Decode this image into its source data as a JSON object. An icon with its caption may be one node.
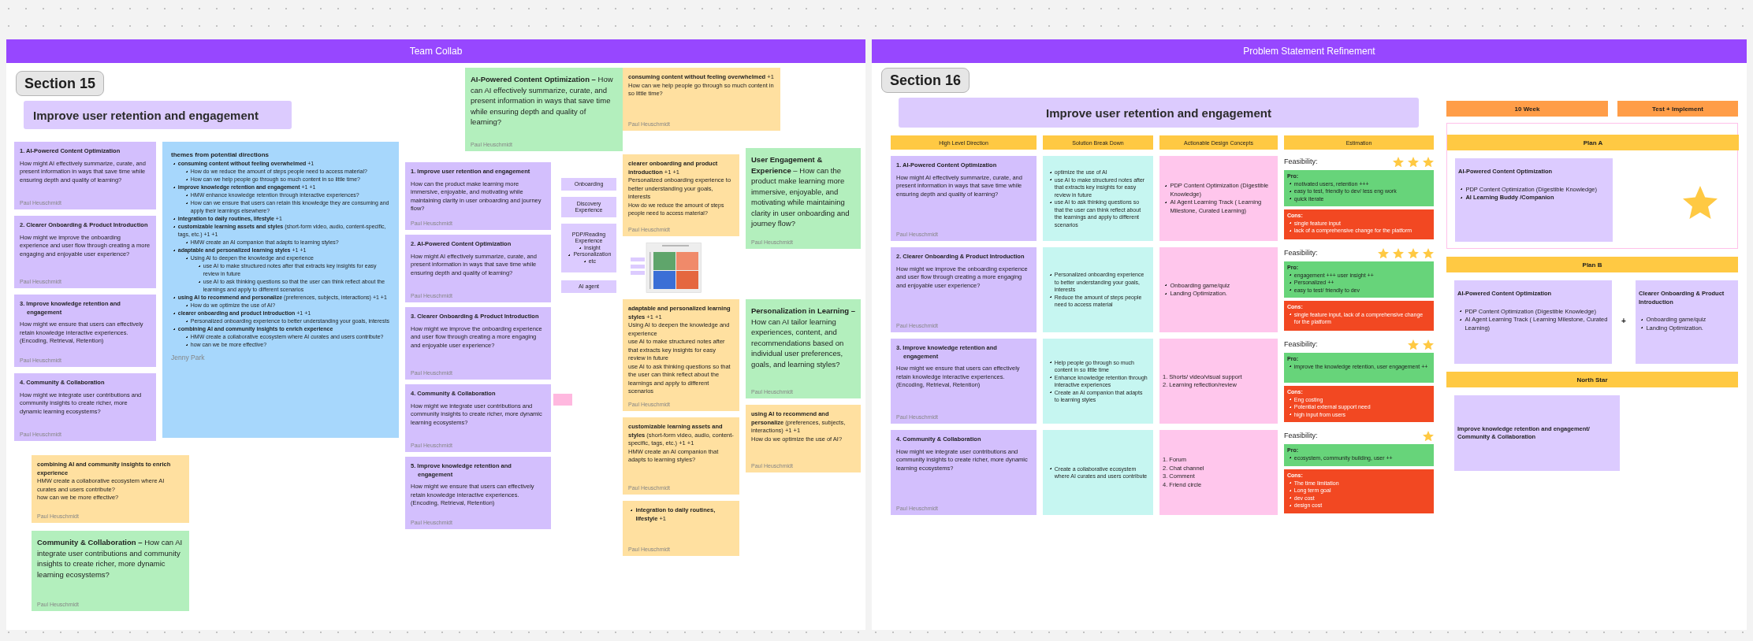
{
  "diagram": {
    "nodes": [
      {
        "text": [
          "Team Collab"
        ]
      },
      {
        "text": [
          "Section 15"
        ]
      },
      {
        "text": [
          "Improve user retention and engagement"
        ],
        "in": 1
      },
      {
        "text": [
          "1. AI-Powered Content Optimization",
          "How might AI effectively summarize, curate, and present information in ways that save time while ensuring depth and quality of learning?",
          "Paul Heuschmidt"
        ],
        "in": 1
      },
      {
        "text": [
          "2. Clearer Onboarding & Product Introduction",
          "How might we improve the onboarding experience and user flow through creating a more engaging and enjoyable user experience?",
          "Paul Heuschmidt"
        ],
        "in": 1
      },
      {
        "text": [
          "3. Improve knowledge retention and engagement",
          "How might we ensure that users can effectively retain knowledge interactive experiences. (Encoding, Retrieval, Retention)",
          "Paul Heuschmidt"
        ],
        "in": 1
      },
      {
        "text": [
          "4. Community & Collaboration",
          "How might we integrate user contributions and community insights to create richer, more dynamic learning ecosystems?",
          "Paul Heuschmidt"
        ],
        "in": 1
      },
      {
        "text": [
          "themes from potential directions",
          "**consuming content without feeling overwhelmed** +1",
          "How do we reduce the amount of steps people need to access material?",
          "How can we help people go through so much content in so little time?",
          "**improve knowledge retention and engagement** +1 +1",
          "HMW enhance knowledge retention through interactive experiences?",
          "How can we ensure that users can retain this knowledge they are consuming and apply their learnings elsewhere?",
          "**integration to daily routines, lifestyle** +1",
          "**customizable learning assets and styles** (short-form video, audio, content-specific, tags, etc.) +1 +1",
          "HMW create an AI companion that adapts to learning styles?",
          "**adaptable and personalized learning styles** +1 +1",
          "Using AI to deepen the knowledge and experience",
          "use AI to make structured notes after that extracts key insights for easy review in future",
          "use AI to ask thinking questions so that the user can think reflect about the learnings and apply to different scenarios",
          "**using AI to recommend and personalize** (preferences, subjects, interactions) +1 +1",
          "How do we optimize the use of AI?",
          "**clearer onboarding and product introduction** +1 +1",
          "Personalized onboarding experience to better understanding your goals, interests",
          "combining AI and community insights to enrich experience",
          "HMW create a collaborative ecosystem where AI curates and users contribute?",
          "how can we be more effective?",
          "Jenny Park"
        ],
        "in": 1
      },
      {
        "text": [
          "combining AI and community insights to enrich experience",
          "HMW create a collaborative ecosystem where AI curates and users contribute?",
          "how can we be more effective?",
          "Paul Heuschmidt"
        ],
        "in": 1
      },
      {
        "text": [
          "**Community & Collaboration –** How can AI integrate user contributions and community insights to create richer, more dynamic learning ecosystems?",
          "Paul Heuschmidt"
        ],
        "in": 1
      },
      {
        "text": [
          "1. Improve user retention and engagement",
          "How can the product make learning more immersive, enjoyable, and motivating while maintaining clarity in user onboarding and journey flow?",
          "Paul Heuschmidt"
        ],
        "in": 1
      },
      {
        "text": [
          "2. AI-Powered Content Optimization",
          "How might AI effectively summarize, curate, and present information in ways that save time while ensuring depth and quality of learning?",
          "Paul Heuschmidt"
        ],
        "in": 1
      },
      {
        "text": [
          "3. Clearer Onboarding & Product Introduction",
          "How might we improve the onboarding experience and user flow through creating a more engaging and enjoyable user experience?",
          "Paul Heuschmidt"
        ],
        "in": 1
      },
      {
        "text": [
          "4. Community & Collaboration",
          "How might we integrate user contributions and community insights to create richer, more dynamic learning ecosystems?",
          "Paul Heuschmidt"
        ],
        "in": 1
      },
      {
        "text": [
          "5. Improve knowledge retention and engagement",
          "How might we ensure that users can effectively retain knowledge interactive experiences. (Encoding, Retrieval, Retention)",
          "Paul Heuschmidt"
        ],
        "in": 1
      },
      {
        "text": [],
        "shape": "box",
        "in": 1
      },
      {
        "text": [
          "Onboarding"
        ],
        "in": 1
      },
      {
        "text": [
          "Discovery Experience"
        ],
        "in": 1
      },
      {
        "text": [
          "PDP/Reading Experience",
          "Insight",
          "Personalization",
          "etc"
        ],
        "in": 1
      },
      {
        "text": [
          "AI agent"
        ],
        "in": 1
      },
      {
        "text": [
          "**AI-Powered Content Optimization –** How can AI effectively summarize, curate, and present information in ways that save time while ensuring depth and quality of learning?",
          "Paul Heuschmidt"
        ],
        "in": 1
      },
      {
        "text": [
          "**consuming content without feeling overwhelmed** +1",
          "How can we help people go through so much content in so little time?",
          "Paul Heuschmidt"
        ],
        "in": 1
      },
      {
        "text": [
          "**clearer onboarding and product introduction** +1 +1",
          "Personalized onboarding experience to better understanding your goals, interests",
          "How do we reduce the amount of steps people need to access material?",
          "Paul Heuschmidt"
        ],
        "in": 1
      },
      {
        "text": [
          "**User Engagement & Experience** – How can the product make learning more immersive, enjoyable, and motivating while maintaining clarity in user onboarding and journey flow?",
          "Paul Heuschmidt"
        ],
        "in": 1
      },
      {
        "text": [],
        "shape": "picture",
        "in": 1
      },
      {
        "text": [
          "**adaptable and personalized learning styles** +1 +1",
          "Using AI to deepen the knowledge and experience",
          "use AI to make structured notes after that extracts key insights for easy review in future",
          "use AI to ask thinking questions so that the user can think reflect about the learnings and apply to different scenarios",
          "Paul Heuschmidt"
        ],
        "in": 1
      },
      {
        "text": [
          "**Personalization in Learning –** How can AI tailor learning experiences, content, and recommendations based on individual user preferences, goals, and learning styles?",
          "Paul Heuschmidt"
        ],
        "in": 1
      },
      {
        "text": [
          "**customizable learning assets and styles** (short-form video, audio, content-specific, tags, etc.) +1 +1",
          "HMW create an AI companion that adapts to learning styles?",
          "Paul Heuschmidt"
        ],
        "in": 1
      },
      {
        "text": [
          "**using AI to recommend and personalize** (preferences, subjects, interactions) +1 +1",
          "How do we optimize the use of AI?",
          "Paul Heuschmidt"
        ],
        "in": 1
      },
      {
        "text": [
          "**integration to daily routines, lifestyle** +1",
          "Paul Heuschmidt"
        ],
        "in": 1
      },
      {
        "text": [
          "Problem Statement Refinement"
        ]
      },
      {
        "text": [
          "Section 16"
        ]
      },
      {
        "text": [
          "Improve user retention and engagement"
        ],
        "in": 31
      },
      {
        "text": [
          "High Level Direction"
        ],
        "in": 31
      },
      {
        "text": [
          "Solution Break Down"
        ],
        "in": 31
      },
      {
        "text": [
          "Actionable Design Concepts"
        ],
        "in": 31
      },
      {
        "text": [
          "Estimation"
        ],
        "in": 31
      },
      {
        "text": [
          "1. AI-Powered Content Optimization",
          "How might AI effectively summarize, curate, and present information in ways that save time while ensuring depth and quality of learning?",
          "Paul Heuschmidt"
        ],
        "in": 31
      },
      {
        "text": [
          "optimize the use of AI",
          "use AI to make structured notes after that extracts key insights for easy review in future",
          "use AI to ask thinking questions so that the user can think reflect about the learnings and apply to different scenarios"
        ],
        "in": 31
      },
      {
        "text": [
          "PDP Content Optimization (Digestible Knowledge)",
          "AI Agent Learning Track ( Learning Milestone, Curated Learning)"
        ],
        "in": 31
      },
      {
        "text": [
          "Pro:",
          "motivated users, retention +++",
          "easy to test, friendly to dev/ less eng work",
          "quick iterate"
        ],
        "in": 31
      },
      {
        "text": [
          "Cons:",
          "single feature input",
          "lack of a comprehensive change for the platform"
        ],
        "in": 31
      },
      {
        "text": [
          "2. Clearer Onboarding & Product Introduction",
          "How might we improve the onboarding experience and user flow through creating a more engaging and enjoyable user experience?",
          "Paul Heuschmidt"
        ],
        "in": 31
      },
      {
        "text": [
          "Personalized onboarding experience to better understanding your goals, interests",
          "Reduce the amount of steps people need to access material"
        ],
        "in": 31
      },
      {
        "text": [
          "Onboarding game/quiz",
          "Landing Optimization."
        ],
        "in": 31
      },
      {
        "text": [
          "Pro:",
          "engagement +++ user insight ++",
          "Personalized ++",
          "easy to test/ friendly to dev"
        ],
        "in": 31
      },
      {
        "text": [
          "Cons:",
          "single feature input, lack of a comprehensive change for the platform"
        ],
        "in": 31
      },
      {
        "text": [
          "3. Improve knowledge retention and engagement",
          "How might we ensure that users can effectively retain knowledge interactive experiences. (Encoding, Retrieval, Retention)",
          "Paul Heuschmidt"
        ],
        "in": 31
      },
      {
        "text": [
          "Help people go through so much content in so little time",
          "Enhance knowledge retention through interactive experiences",
          "Create an AI companion that adapts to learning styles"
        ],
        "in": 31
      },
      {
        "text": [
          "1. Shorts/ video/visual support",
          "2. Learning reflection/review"
        ],
        "in": 31
      },
      {
        "text": [
          "Pro:",
          "improve the knowledge retention, user engagement ++"
        ],
        "in": 31
      },
      {
        "text": [
          "Cons:",
          "Eng costing",
          "Potential external support need",
          "high input from users"
        ],
        "in": 31
      },
      {
        "text": [
          "4. Community & Collaboration",
          "How might we integrate user contributions and community insights to create richer, more dynamic learning ecosystems?",
          "Paul Heuschmidt"
        ],
        "in": 31
      },
      {
        "text": [
          "Create a collaborative ecosystem where AI curates and users contribute"
        ],
        "in": 31
      },
      {
        "text": [
          "1. Forum",
          "2. Chat channel",
          "3. Comment",
          "4. Friend circle"
        ],
        "in": 31
      },
      {
        "text": [
          "Pro:",
          "ecosystem, community building, user ++"
        ],
        "in": 31
      },
      {
        "text": [
          "Cons:",
          "The time limitation",
          "Long term goal",
          "dev cost",
          "design cost"
        ],
        "in": 31
      },
      {
        "text": [
          "10 Week"
        ],
        "in": 31
      },
      {
        "text": [
          "Test + Implement"
        ],
        "in": 31
      },
      {
        "text": [],
        "shape": "box",
        "in": 31
      },
      {
        "text": [
          "Plan A"
        ],
        "in": 59
      },
      {
        "text": [
          "AI-Powered Content Optimization",
          "PDP Content Optimization (Digestible Knowledge)",
          "AI Learning Buddy /Companion"
        ],
        "in": 59
      },
      {
        "text": [
          "Plan B"
        ],
        "in": 31
      },
      {
        "text": [
          "AI-Powered Content Optimization",
          "PDP Content Optimization (Digestible Knowledge)",
          "AI Agent Learning Track ( Learning Milestone, Curated Learning)"
        ],
        "in": 31
      },
      {
        "text": [
          "Clearer Onboarding & Product Introduction",
          "Onboarding game/quiz",
          "Landing Optimization."
        ],
        "in": 31
      },
      {
        "text": [
          "North Star"
        ],
        "in": 31
      },
      {
        "text": [
          "Improve knowledge retention and engagement/ Community & Collaboration"
        ],
        "in": 31
      }
    ],
    "labels": [
      "Feasibility:",
      "Feasibility:",
      "Feasibility:",
      "Feasibility:",
      "+"
    ]
  }
}
